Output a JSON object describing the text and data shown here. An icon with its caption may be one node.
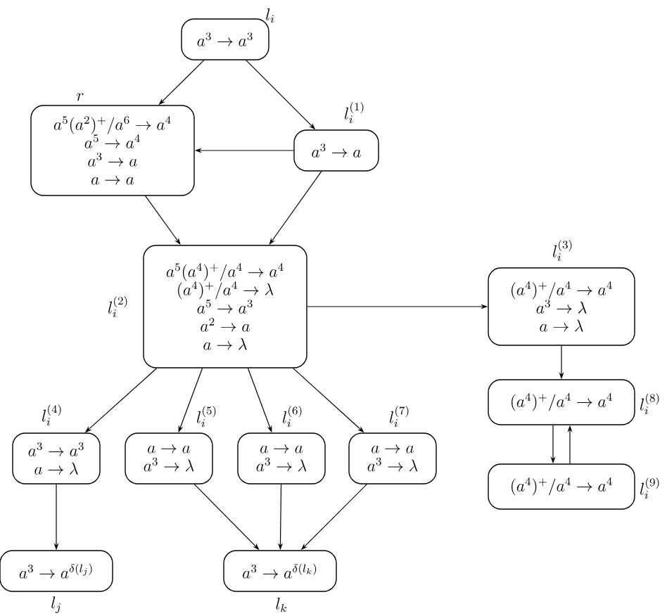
{
  "diagram": {
    "nodes": [
      {
        "text": [
          "a^3 \\to a^3"
        ],
        "beside": [
          "l_i"
        ]
      },
      {
        "text": [
          "a^5(a^2)^+/a^6 \\to a^4",
          "a^5 \\to a^4",
          "a^3 \\to a",
          "a \\to a"
        ],
        "beside": [
          "r"
        ]
      },
      {
        "text": [
          "a^3 \\to a"
        ],
        "beside": [
          "l_i^{(1)}"
        ]
      },
      {
        "text": [
          "a^5(a^4)^+/a^4 \\to a^4",
          "(a^4)^+/a^4 \\to \\lambda",
          "a^5 \\to a^3",
          "a^2 \\to a",
          "a \\to \\lambda"
        ],
        "beside": [
          "l_i^{(2)}"
        ]
      },
      {
        "text": [
          "(a^4)^+/a^4 \\to a^4",
          "a^3 \\to \\lambda",
          "a \\to \\lambda"
        ],
        "beside": [
          "l_i^{(3)}"
        ]
      },
      {
        "text": [
          "(a^4)^+/a^4 \\to a^4"
        ],
        "beside": [
          "l_i^{(8)}"
        ]
      },
      {
        "text": [
          "(a^4)^+/a^4 \\to a^4"
        ],
        "beside": [
          "l_i^{(9)}"
        ]
      },
      {
        "text": [
          "a^3 \\to a^3",
          "a \\to \\lambda"
        ],
        "beside": [
          "l_i^{(4)}"
        ]
      },
      {
        "text": [
          "a \\to a",
          "a^3 \\to \\lambda"
        ],
        "beside": [
          "l_i^{(5)}"
        ]
      },
      {
        "text": [
          "a \\to a",
          "a^3 \\to \\lambda"
        ],
        "beside": [
          "l_i^{(6)}"
        ]
      },
      {
        "text": [
          "a \\to a",
          "a^3 \\to \\lambda"
        ],
        "beside": [
          "l_i^{(7)}"
        ]
      },
      {
        "text": [
          "a^3 \\to a^{\\delta(l_j)}"
        ],
        "beside": [
          "l_j"
        ]
      },
      {
        "text": [
          "a^3 \\to a^{\\delta(l_k)}"
        ],
        "beside": [
          "l_k"
        ]
      }
    ],
    "edges": [
      {
        "from": 0,
        "to": 1,
        "arrow": "to"
      },
      {
        "from": 0,
        "to": 2,
        "arrow": "to"
      },
      {
        "from": 2,
        "to": 1,
        "arrow": "to"
      },
      {
        "from": 1,
        "to": 3,
        "arrow": "to"
      },
      {
        "from": 2,
        "to": 3,
        "arrow": "to"
      },
      {
        "from": 3,
        "to": 4,
        "arrow": "to"
      },
      {
        "from": 4,
        "to": 5,
        "arrow": "to"
      },
      {
        "from": 5,
        "to": 6,
        "arrow": "to"
      },
      {
        "from": 6,
        "to": 5,
        "arrow": "to"
      },
      {
        "from": 3,
        "to": 7,
        "arrow": "to"
      },
      {
        "from": 3,
        "to": 8,
        "arrow": "to"
      },
      {
        "from": 3,
        "to": 9,
        "arrow": "to"
      },
      {
        "from": 3,
        "to": 10,
        "arrow": "to"
      },
      {
        "from": 7,
        "to": 11,
        "arrow": "to"
      },
      {
        "from": 8,
        "to": 12,
        "arrow": "to"
      },
      {
        "from": 9,
        "to": 12,
        "arrow": "to"
      },
      {
        "from": 10,
        "to": 12,
        "arrow": "to"
      }
    ]
  }
}
